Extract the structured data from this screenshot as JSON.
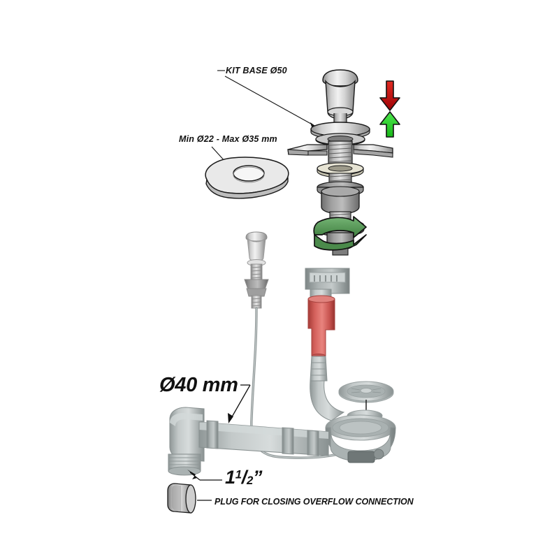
{
  "diagram": {
    "title": "Sink waste and overflow kit exploded assembly diagram",
    "background": "#ffffff",
    "labels": {
      "kit_base": "KIT BASE Ø50",
      "gasket_range": "Min Ø22 - Max Ø35 mm",
      "pipe_diameter": "Ø40 mm",
      "thread_size_whole": "1",
      "thread_size_num": "1",
      "thread_size_den": "2",
      "thread_size_unit": "”",
      "plug_note": "PLUG FOR CLOSING OVERFLOW CONNECTION"
    },
    "arrows": {
      "push_down": {
        "name": "down-arrow",
        "color": "#c20d12",
        "direction": "down"
      },
      "pull_up": {
        "name": "up-arrow",
        "color": "#2ed22e",
        "direction": "up"
      },
      "rotate": {
        "name": "rotate-arrow",
        "color": "#5d9c5d",
        "direction": "clockwise"
      }
    },
    "colors": {
      "metal_light": "#e3e3e3",
      "metal_mid": "#b8b8b8",
      "metal_dark": "#8c8c8c",
      "metal_darker": "#6e6e6e",
      "outline": "#1a1a1a",
      "overflow_red": "#d4615c",
      "overflow_red_dark": "#a83e3a",
      "body_gray": "#b6bcbc",
      "body_gray_dark": "#8e9696"
    },
    "parts": [
      {
        "name": "pop-up-knob",
        "label": "Pop-up control knob"
      },
      {
        "name": "flange-disc",
        "label": "Flange disc"
      },
      {
        "name": "sealing-washer",
        "label": "Sealing washer"
      },
      {
        "name": "wing-bracket",
        "label": "Wing bracket"
      },
      {
        "name": "fibre-gasket",
        "label": "Fibre gasket"
      },
      {
        "name": "valve-body",
        "label": "Valve body"
      },
      {
        "name": "lock-nut",
        "label": "Lock nut"
      },
      {
        "name": "teardrop-gasket",
        "label": "Teardrop gasket"
      },
      {
        "name": "remote-knob",
        "label": "Remote actuator knob"
      },
      {
        "name": "control-cable",
        "label": "Control cable"
      },
      {
        "name": "overflow-cap",
        "label": "Overflow cap"
      },
      {
        "name": "overflow-pipe",
        "label": "Overflow pipe"
      },
      {
        "name": "strainer-cover",
        "label": "Strainer cover"
      },
      {
        "name": "strainer-basket",
        "label": "Strainer basket body"
      },
      {
        "name": "horizontal-pipe",
        "label": "Horizontal waste pipe"
      },
      {
        "name": "elbow-outlet",
        "label": "Elbow outlet"
      },
      {
        "name": "closing-plug",
        "label": "Closing plug"
      }
    ]
  }
}
